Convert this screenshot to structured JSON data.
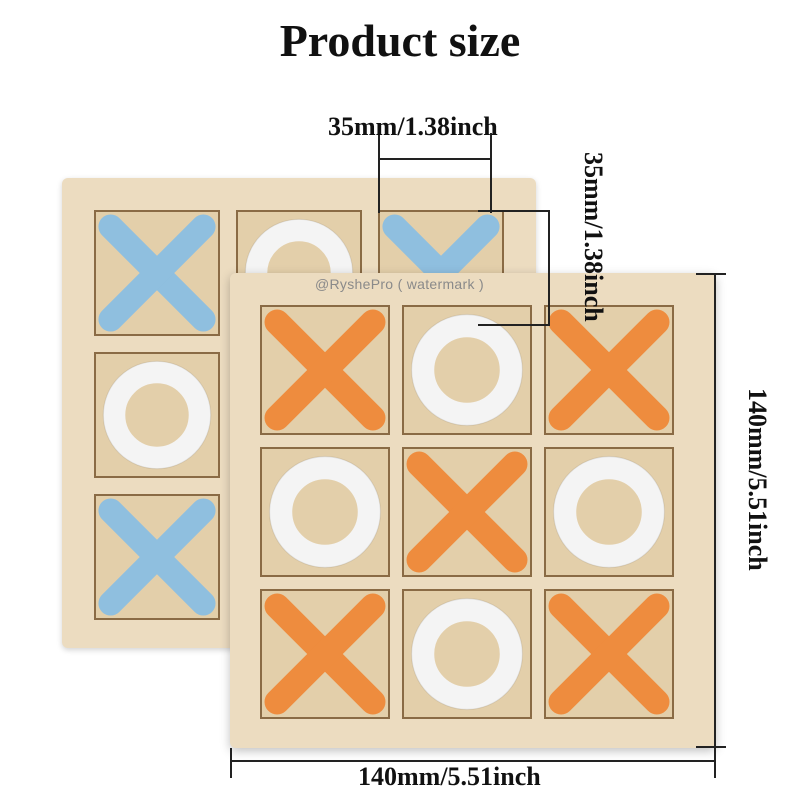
{
  "title": "Product size",
  "dimensions": {
    "cell_width": "35mm/1.38inch",
    "cell_height": "35mm/1.38inch",
    "board_height": "140mm/5.51inch",
    "board_width": "140mm/5.51inch"
  },
  "watermark": "@RyshePro ( watermark )",
  "colors": {
    "orange": "#ee8c3e",
    "blue": "#8fbfdf",
    "white": "#f4f4f4",
    "wood": "#ecdcc0"
  },
  "back_board": {
    "pieces": [
      "X",
      "O",
      "X",
      "O",
      "",
      "",
      "X",
      "",
      ""
    ],
    "x_color": "blue"
  },
  "front_board": {
    "pieces": [
      "X",
      "O",
      "X",
      "O",
      "X",
      "O",
      "X",
      "O",
      "X"
    ],
    "x_color": "orange"
  }
}
